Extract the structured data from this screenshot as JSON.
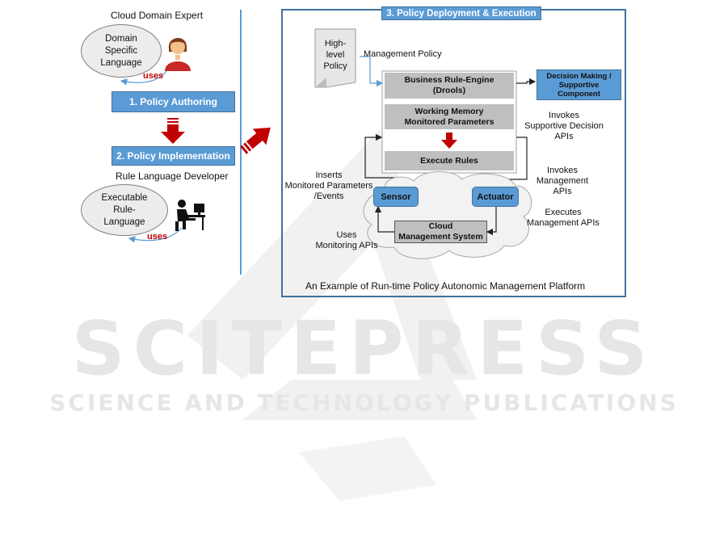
{
  "left": {
    "expert_label": "Cloud Domain Expert",
    "dsl_oval": [
      "Domain",
      "Specific",
      "Language"
    ],
    "uses_1": "uses",
    "step1": "1. Policy Authoring",
    "step2": "2. Policy Implementation",
    "developer_label": "Rule Language Developer",
    "rule_oval": [
      "Executable",
      "Rule-",
      "Language"
    ],
    "uses_2": "uses"
  },
  "right": {
    "title": "3. Policy Deployment & Execution",
    "document": [
      "High-",
      "level",
      "Policy"
    ],
    "management_policy": "Management Policy",
    "rule_engine": [
      "Business Rule-Engine",
      "(Drools)"
    ],
    "working_memory": [
      "Working Memory",
      "Monitored Parameters"
    ],
    "execute_rules": "Execute Rules",
    "decision_box": [
      "Decision Making /",
      "Supportive",
      "Component"
    ],
    "invokes_supportive": [
      "Invokes",
      "Supportive Decision",
      "APIs"
    ],
    "invokes_management": [
      "Invokes",
      "Management APIs"
    ],
    "inserts": [
      "Inserts",
      "Monitored Parameters",
      "/Events"
    ],
    "sensor": "Sensor",
    "actuator": "Actuator",
    "executes": [
      "Executes",
      "Management APIs"
    ],
    "cms": [
      "Cloud",
      "Management System"
    ],
    "uses_monitoring": [
      "Uses",
      "Monitoring APIs"
    ],
    "caption": "An Example of Run-time Policy Autonomic Management Platform"
  },
  "watermark": {
    "main": "SCITEPRESS",
    "sub": "SCIENCE AND TECHNOLOGY PUBLICATIONS"
  },
  "colors": {
    "blue": "#5b9bd5",
    "blue_border": "#41719c",
    "gray": "#bfbfbf",
    "red": "#c00000",
    "watermark": "#e6e6e6"
  }
}
